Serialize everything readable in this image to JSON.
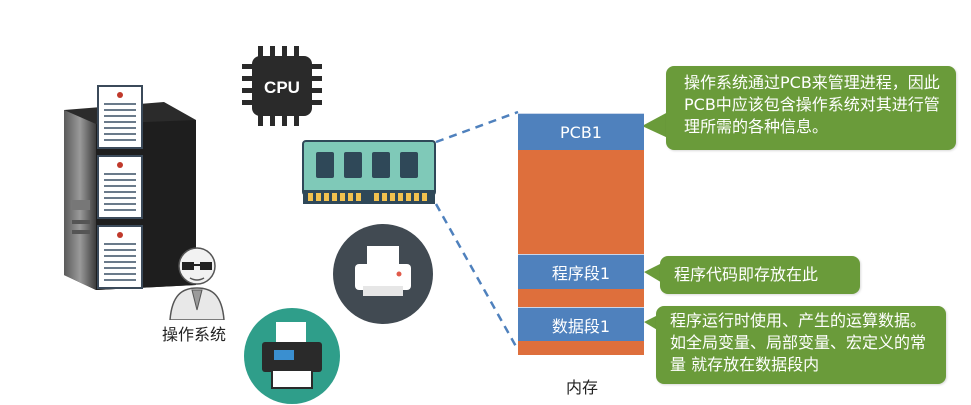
{
  "cpu": {
    "label": "CPU"
  },
  "os_label": "操作系统",
  "memory_label": "内存",
  "segments": {
    "pcb": "PCB1",
    "program": "程序段1",
    "data": "数据段1"
  },
  "callouts": {
    "pcb": "操作系统通过PCB来管理进程，因此PCB中应该包含操作系统对其进行管理所需的各种信息。",
    "program": "程序代码即存放在此",
    "data": "程序运行时使用、产生的运算数据。如全局变量、局部变量、宏定义的常量 就存放在数据段内"
  },
  "colors": {
    "memory_blue": "#4f81bd",
    "memory_orange": "#de6f3c",
    "callout_green": "#6a9b3a",
    "dashed_line": "#4f81bd"
  },
  "icons": [
    "server-tower-icon",
    "cpu-chip-icon",
    "ram-module-icon",
    "printer-icon",
    "fax-machine-icon",
    "os-person-icon"
  ]
}
